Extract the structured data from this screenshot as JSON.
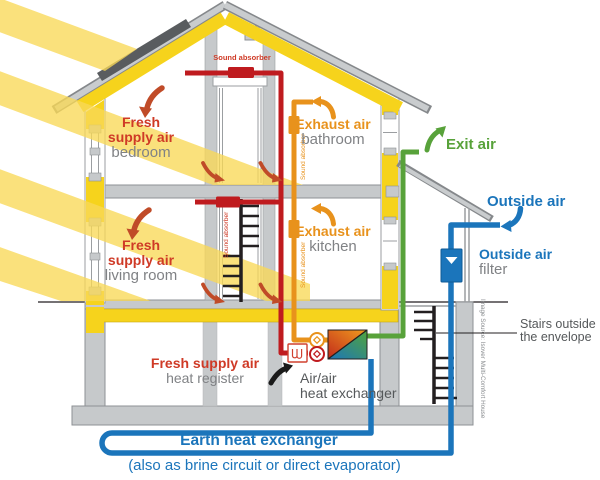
{
  "labels": {
    "sound_absorber": "Sound absorber",
    "supply_bedroom": {
      "main": "Fresh supply air",
      "room": "bedroom"
    },
    "supply_living": {
      "main": "Fresh supply air",
      "room": "living room"
    },
    "exhaust_bathroom": {
      "main": "Exhaust air",
      "room": "bathroom"
    },
    "exhaust_kitchen": {
      "main": "Exhaust air",
      "room": "kitchen"
    },
    "exit_air": "Exit air",
    "outside_air": "Outside air",
    "outside_filter": {
      "main": "Outside air",
      "sub": "filter"
    },
    "heat_register": {
      "main": "Fresh supply air",
      "sub": "heat register"
    },
    "air_heat_exchanger": {
      "line1": "Air/air",
      "line2": "heat exchanger"
    },
    "earth_heat_exchanger": "Earth heat exchanger",
    "earth_note": "(also as brine circuit or direct evaporator)",
    "stairs_note": {
      "line1": "Stairs outside",
      "line2": "the envelope"
    },
    "credit": "Image Source: Isover Multi-Comfort House"
  },
  "colors": {
    "supply_red": "#bf1b1f",
    "supply_text": "#cf3a26",
    "arrow_rust": "#c04b28",
    "exhaust_orange": "#e8921c",
    "exit_green": "#58a23a",
    "outside_blue": "#1b75bb",
    "insulation_yellow": "#f6d31c",
    "sun_yellow": "#f8d957",
    "structure_gray": "#c6c9cb",
    "structure_edge": "#8e9194",
    "text_gray": "#808285",
    "text_dark": "#55585a",
    "credit_gray": "#8a8d90"
  }
}
